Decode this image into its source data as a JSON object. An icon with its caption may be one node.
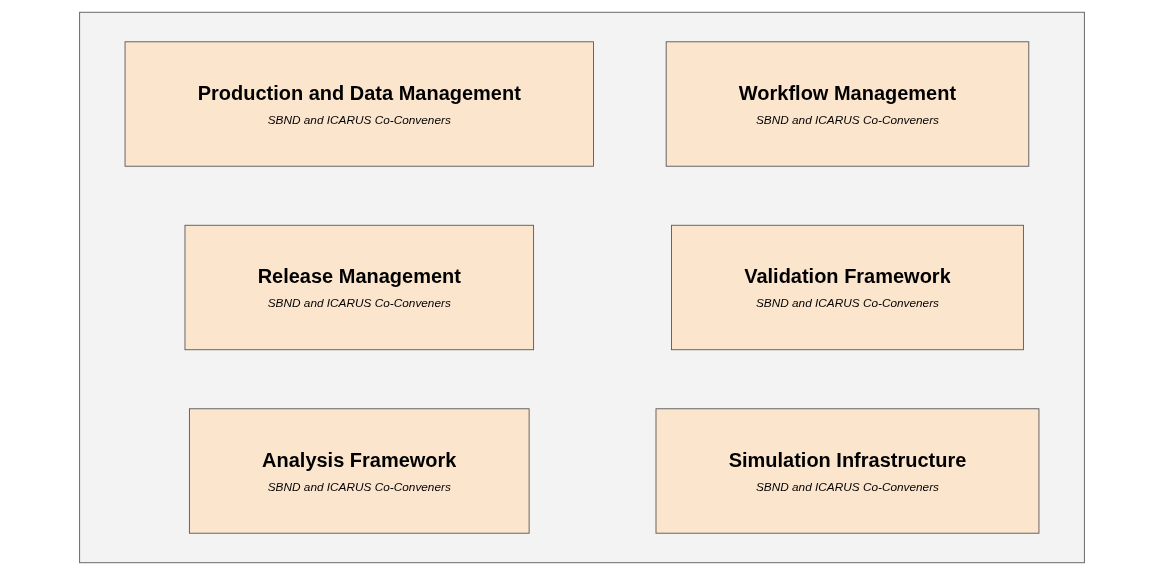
{
  "diagram": {
    "nodes": [
      {
        "text": [],
        "shape": "box"
      },
      {
        "text": [
          "Production and Data Management",
          "SBND and ICARUS Co-Conveners"
        ],
        "in": 0
      },
      {
        "text": [
          "Workflow Management",
          "SBND and ICARUS Co-Conveners"
        ],
        "in": 0
      },
      {
        "text": [
          "Release Management",
          "SBND and ICARUS Co-Conveners"
        ],
        "in": 0
      },
      {
        "text": [
          "Validation Framework",
          "SBND and ICARUS Co-Conveners"
        ],
        "in": 0
      },
      {
        "text": [
          "Analysis Framework",
          "SBND and ICARUS Co-Conveners"
        ],
        "in": 0
      },
      {
        "text": [
          "Simulation Infrastructure",
          "SBND and ICARUS Co-Conveners"
        ],
        "in": 0
      }
    ],
    "edges": []
  }
}
